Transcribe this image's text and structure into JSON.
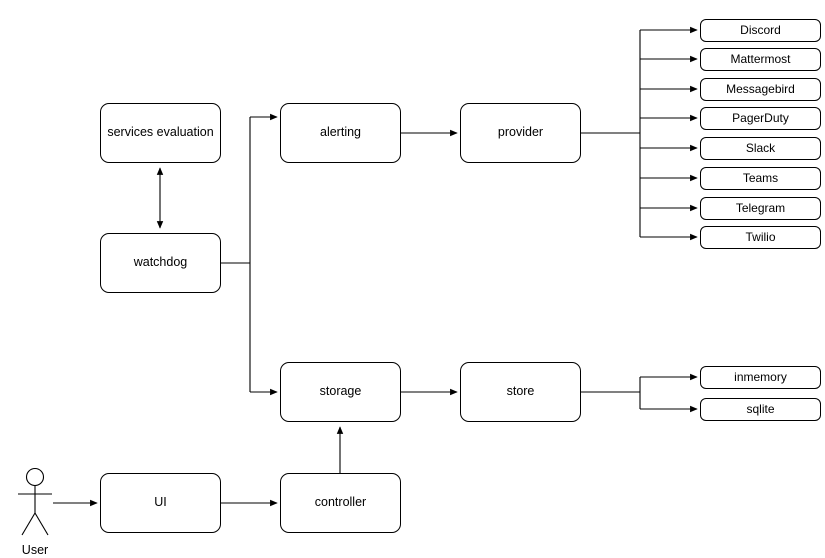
{
  "diagram": {
    "title": "service architecture flow diagram",
    "background_color": "#ffffff",
    "stroke_color": "#000000",
    "text_color": "#000000",
    "actor": {
      "label": "User",
      "type": "stick-figure"
    },
    "nodes": {
      "services_evaluation": "services evaluation",
      "watchdog": "watchdog",
      "alerting": "alerting",
      "provider": "provider",
      "storage": "storage",
      "store": "store",
      "ui": "UI",
      "controller": "controller"
    },
    "providers": [
      "Discord",
      "Mattermost",
      "Messagebird",
      "PagerDuty",
      "Slack",
      "Teams",
      "Telegram",
      "Twilio"
    ],
    "stores": [
      "inmemory",
      "sqlite"
    ],
    "edges": [
      {
        "from": "watchdog",
        "to": "services evaluation",
        "type": "bidirectional"
      },
      {
        "from": "watchdog",
        "to": "alerting",
        "type": "directed"
      },
      {
        "from": "watchdog",
        "to": "storage",
        "type": "directed"
      },
      {
        "from": "alerting",
        "to": "provider",
        "type": "directed"
      },
      {
        "from": "provider",
        "to": "Discord",
        "type": "directed"
      },
      {
        "from": "provider",
        "to": "Mattermost",
        "type": "directed"
      },
      {
        "from": "provider",
        "to": "Messagebird",
        "type": "directed"
      },
      {
        "from": "provider",
        "to": "PagerDuty",
        "type": "directed"
      },
      {
        "from": "provider",
        "to": "Slack",
        "type": "directed"
      },
      {
        "from": "provider",
        "to": "Teams",
        "type": "directed"
      },
      {
        "from": "provider",
        "to": "Telegram",
        "type": "directed"
      },
      {
        "from": "provider",
        "to": "Twilio",
        "type": "directed"
      },
      {
        "from": "storage",
        "to": "store",
        "type": "directed"
      },
      {
        "from": "store",
        "to": "inmemory",
        "type": "directed"
      },
      {
        "from": "store",
        "to": "sqlite",
        "type": "directed"
      },
      {
        "from": "User",
        "to": "UI",
        "type": "directed"
      },
      {
        "from": "UI",
        "to": "controller",
        "type": "directed"
      },
      {
        "from": "controller",
        "to": "storage",
        "type": "directed"
      }
    ]
  }
}
